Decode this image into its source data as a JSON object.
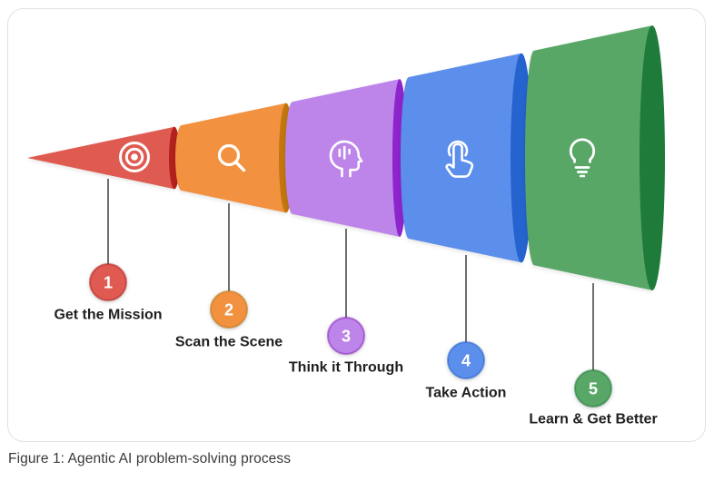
{
  "figure": {
    "caption": "Figure 1: Agentic AI problem-solving process"
  },
  "colors": {
    "background": "#ffffff",
    "card_border": "#e2e2e2",
    "line": "#4a4a4a",
    "label_text": "#1f1f1f",
    "caption_text": "#3a3a3a",
    "icon": "#ffffff"
  },
  "steps": [
    {
      "num": "1",
      "label": "Get the Mission",
      "icon": "target-icon",
      "color": "#DF5A50",
      "dark_color": "#B3211E"
    },
    {
      "num": "2",
      "label": "Scan the Scene",
      "icon": "search-icon",
      "color": "#F29140",
      "dark_color": "#C1770D"
    },
    {
      "num": "3",
      "label": "Think it Through",
      "icon": "head-think-icon",
      "color": "#BD85E9",
      "dark_color": "#8E24CC"
    },
    {
      "num": "4",
      "label": "Take Action",
      "icon": "touch-icon",
      "color": "#5C8EEB",
      "dark_color": "#2563CF"
    },
    {
      "num": "5",
      "label": "Learn & Get Better",
      "icon": "lightbulb-icon",
      "color": "#58A767",
      "dark_color": "#1F7B39"
    }
  ]
}
